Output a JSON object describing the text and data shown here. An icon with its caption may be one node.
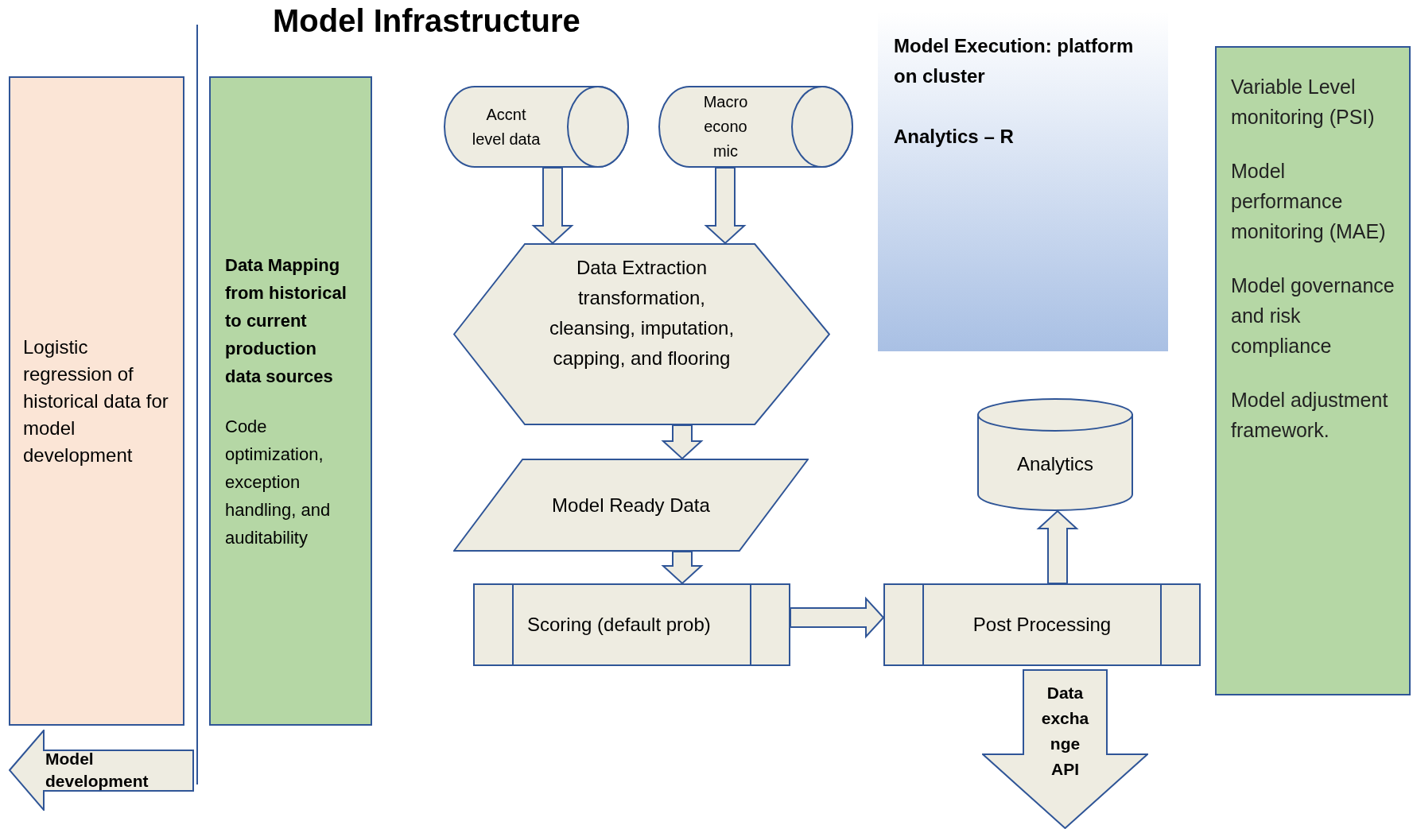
{
  "diagram": {
    "title": "Model Infrastructure",
    "nodes": [
      {
        "text": [
          "Logistic regression of historical data for model development"
        ]
      },
      {
        "text": [
          "Data Mapping from historical to current production data sources",
          "Code optimization, exception handling, and auditability"
        ]
      },
      {
        "text": [
          "Accnt level data"
        ]
      },
      {
        "text": [
          "Macro econo mic"
        ]
      },
      {
        "text": [
          "Data Extraction transformation, cleansing, imputation, capping, and flooring"
        ]
      },
      {
        "text": [
          "Model Ready Data"
        ]
      },
      {
        "text": [
          "Scoring (default prob)"
        ]
      },
      {
        "text": [
          "Post Processing"
        ]
      },
      {
        "text": [
          "Analytics"
        ]
      },
      {
        "text": [
          "Model Execution: platform on cluster",
          "Analytics – R"
        ]
      },
      {
        "text": [
          "Variable Level monitoring (PSI)",
          "Model performance monitoring (MAE)",
          "Model governance and risk compliance",
          "Model adjustment framework."
        ]
      },
      {
        "text": [
          "Data excha nge API"
        ]
      },
      {
        "text": [
          "Model development"
        ]
      }
    ],
    "edges": [
      {
        "from": 2,
        "to": 4,
        "arrow": "to"
      },
      {
        "from": 3,
        "to": 4,
        "arrow": "to"
      },
      {
        "from": 4,
        "to": 5,
        "arrow": "to"
      },
      {
        "from": 5,
        "to": 6,
        "arrow": "to"
      },
      {
        "from": 6,
        "to": 7,
        "arrow": "to"
      },
      {
        "from": 7,
        "to": 8,
        "arrow": "to"
      }
    ]
  }
}
